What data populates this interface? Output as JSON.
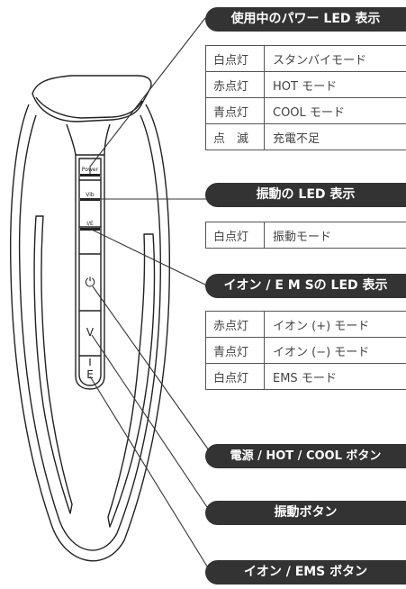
{
  "device": {
    "labels": {
      "power": "Power",
      "vib": "Vib",
      "ie": "I/E"
    },
    "buttons": {
      "power_symbol": "⏻",
      "vib_symbol": "V",
      "ie_symbol": "E"
    }
  },
  "sections": {
    "power_led": {
      "title": "使用中のパワー LED 表示",
      "rows": [
        {
          "state": "白点灯",
          "meaning": "スタンバイモード"
        },
        {
          "state": "赤点灯",
          "meaning": "HOT モード"
        },
        {
          "state": "青点灯",
          "meaning": "COOL モード"
        },
        {
          "state": "点　滅",
          "meaning": "充電不足"
        }
      ]
    },
    "vib_led": {
      "title": "振動の LED 表示",
      "rows": [
        {
          "state": "白点灯",
          "meaning": "振動モード"
        }
      ]
    },
    "ion_led": {
      "title": "イオン / E M Sの LED 表示",
      "rows": [
        {
          "state": "赤点灯",
          "meaning": "イオン (+) モード"
        },
        {
          "state": "青点灯",
          "meaning": "イオン (−) モード"
        },
        {
          "state": "白点灯",
          "meaning": "EMS モード"
        }
      ]
    },
    "power_button": {
      "title": "電源 / HOT / COOL ボタン"
    },
    "vib_button": {
      "title": "振動ボタン"
    },
    "ion_button": {
      "title": "イオン / EMS ボタン"
    }
  },
  "colors": {
    "banner": "#333333",
    "line": "#333333",
    "device_outline": "#222222"
  }
}
